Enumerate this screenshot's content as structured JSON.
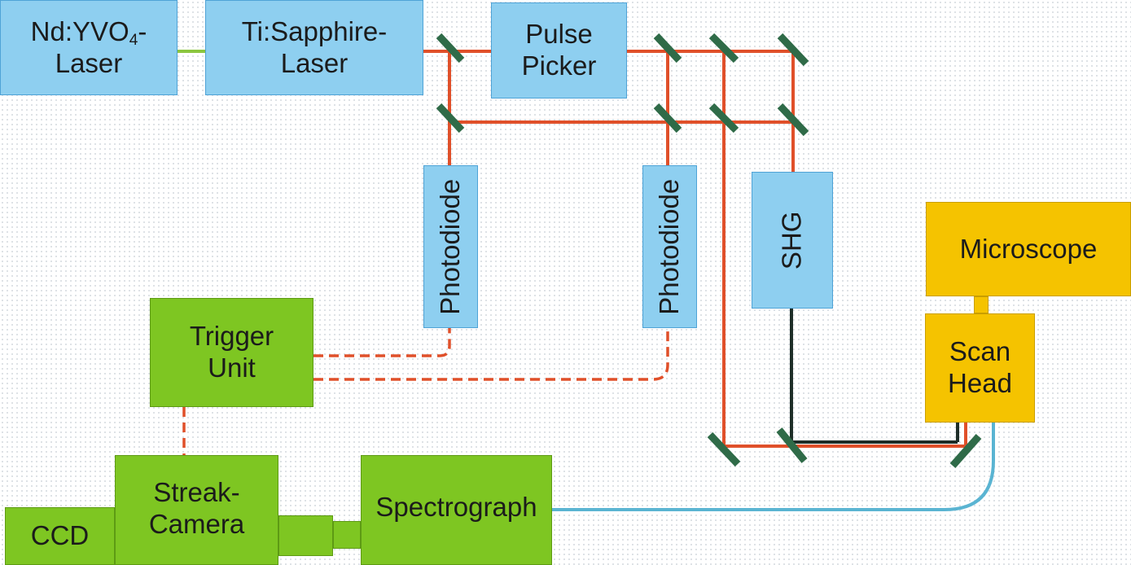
{
  "colors": {
    "laser_beam": "#e0502a",
    "pump_beam": "#8cc63f",
    "shg_beam": "#1e2e28",
    "fiber": "#5ab4d2",
    "mirror": "#2f6b48",
    "blue_box": "#8ecff0",
    "green_box": "#7ec622",
    "yellow_box": "#f5c300"
  },
  "components": {
    "ndyvo4": {
      "prefix": "Nd:YVO",
      "subscript": "4",
      "suffix": "-",
      "line2": "Laser"
    },
    "ti_sapphire": {
      "line1": "Ti:Sapphire-",
      "line2": "Laser"
    },
    "pulse_picker": {
      "line1": "Pulse",
      "line2": "Picker"
    },
    "photodiode_1": {
      "label": "Photodiode"
    },
    "photodiode_2": {
      "label": "Photodiode"
    },
    "shg": {
      "label": "SHG"
    },
    "microscope": {
      "label": "Microscope"
    },
    "scan_head": {
      "line1": "Scan",
      "line2": "Head"
    },
    "trigger_unit": {
      "line1": "Trigger",
      "line2": "Unit"
    },
    "streak_camera": {
      "line1": "Streak-",
      "line2": "Camera"
    },
    "ccd": {
      "label": "CCD"
    },
    "spectrograph": {
      "label": "Spectrograph"
    }
  }
}
